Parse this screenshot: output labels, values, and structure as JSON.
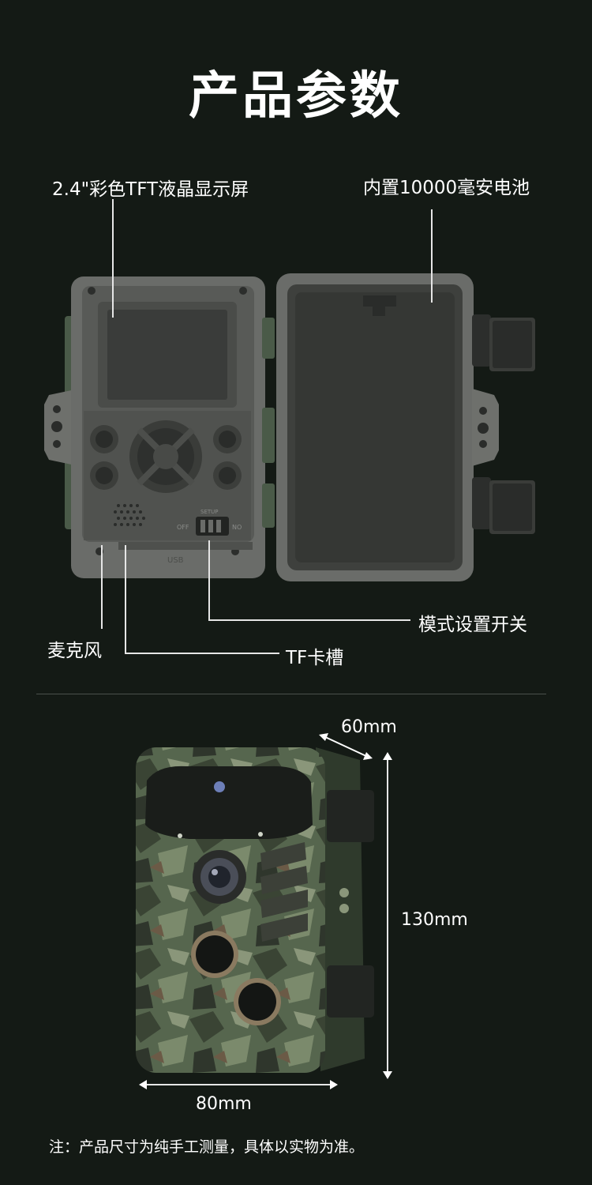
{
  "header": {
    "title": "产品参数"
  },
  "callouts": {
    "screen": "2.4\"彩色TFT液晶显示屏",
    "battery": "内置10000毫安电池",
    "mode_switch": "模式设置开关",
    "microphone": "麦克风",
    "tf_slot": "TF卡槽"
  },
  "camera_panel": {
    "switch_left": "OFF",
    "switch_top": "SETUP",
    "switch_right": "NO",
    "port": "USB"
  },
  "dimensions": {
    "depth": "60mm",
    "height": "130mm",
    "width": "80mm"
  },
  "footer": {
    "note": "注：产品尺寸为纯手工测量，具体以实物为准。"
  }
}
